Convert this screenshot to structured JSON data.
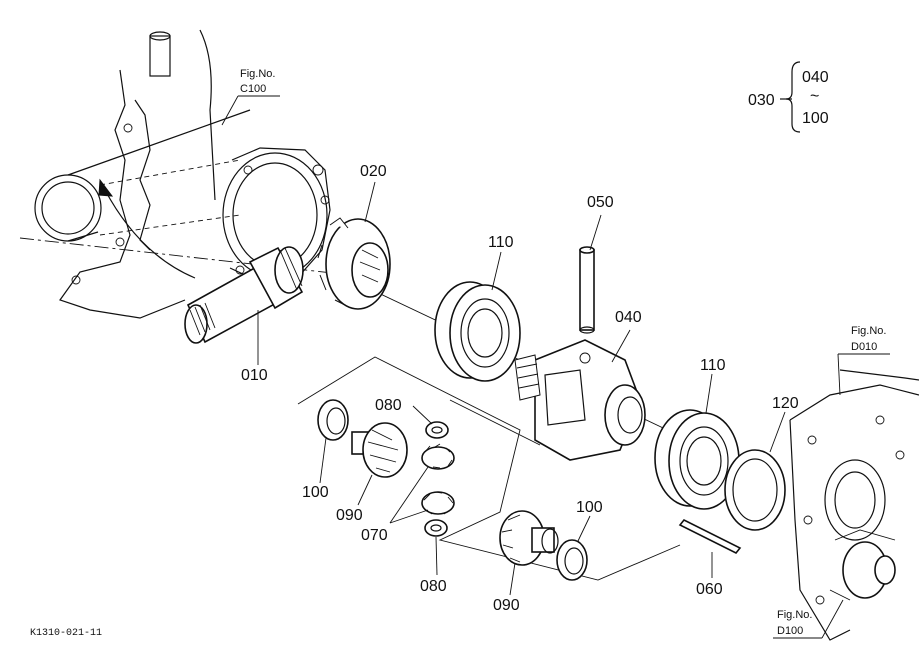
{
  "drawing_code": "K1310-021-11",
  "group": {
    "parent": "030",
    "from": "040",
    "tilde": "~",
    "to": "100"
  },
  "fig_refs": [
    {
      "prefix": "Fig.No.",
      "code": "C100"
    },
    {
      "prefix": "Fig.No.",
      "code": "D010"
    },
    {
      "prefix": "Fig.No.",
      "code": "D100"
    }
  ],
  "parts": [
    {
      "id": "p010",
      "label": "010"
    },
    {
      "id": "p020",
      "label": "020"
    },
    {
      "id": "p040",
      "label": "040"
    },
    {
      "id": "p050",
      "label": "050"
    },
    {
      "id": "p060",
      "label": "060"
    },
    {
      "id": "p070",
      "label": "070"
    },
    {
      "id": "p080a",
      "label": "080"
    },
    {
      "id": "p080b",
      "label": "080"
    },
    {
      "id": "p090a",
      "label": "090"
    },
    {
      "id": "p090b",
      "label": "090"
    },
    {
      "id": "p100a",
      "label": "100"
    },
    {
      "id": "p100b",
      "label": "100"
    },
    {
      "id": "p110a",
      "label": "110"
    },
    {
      "id": "p110b",
      "label": "110"
    },
    {
      "id": "p120",
      "label": "120"
    }
  ]
}
